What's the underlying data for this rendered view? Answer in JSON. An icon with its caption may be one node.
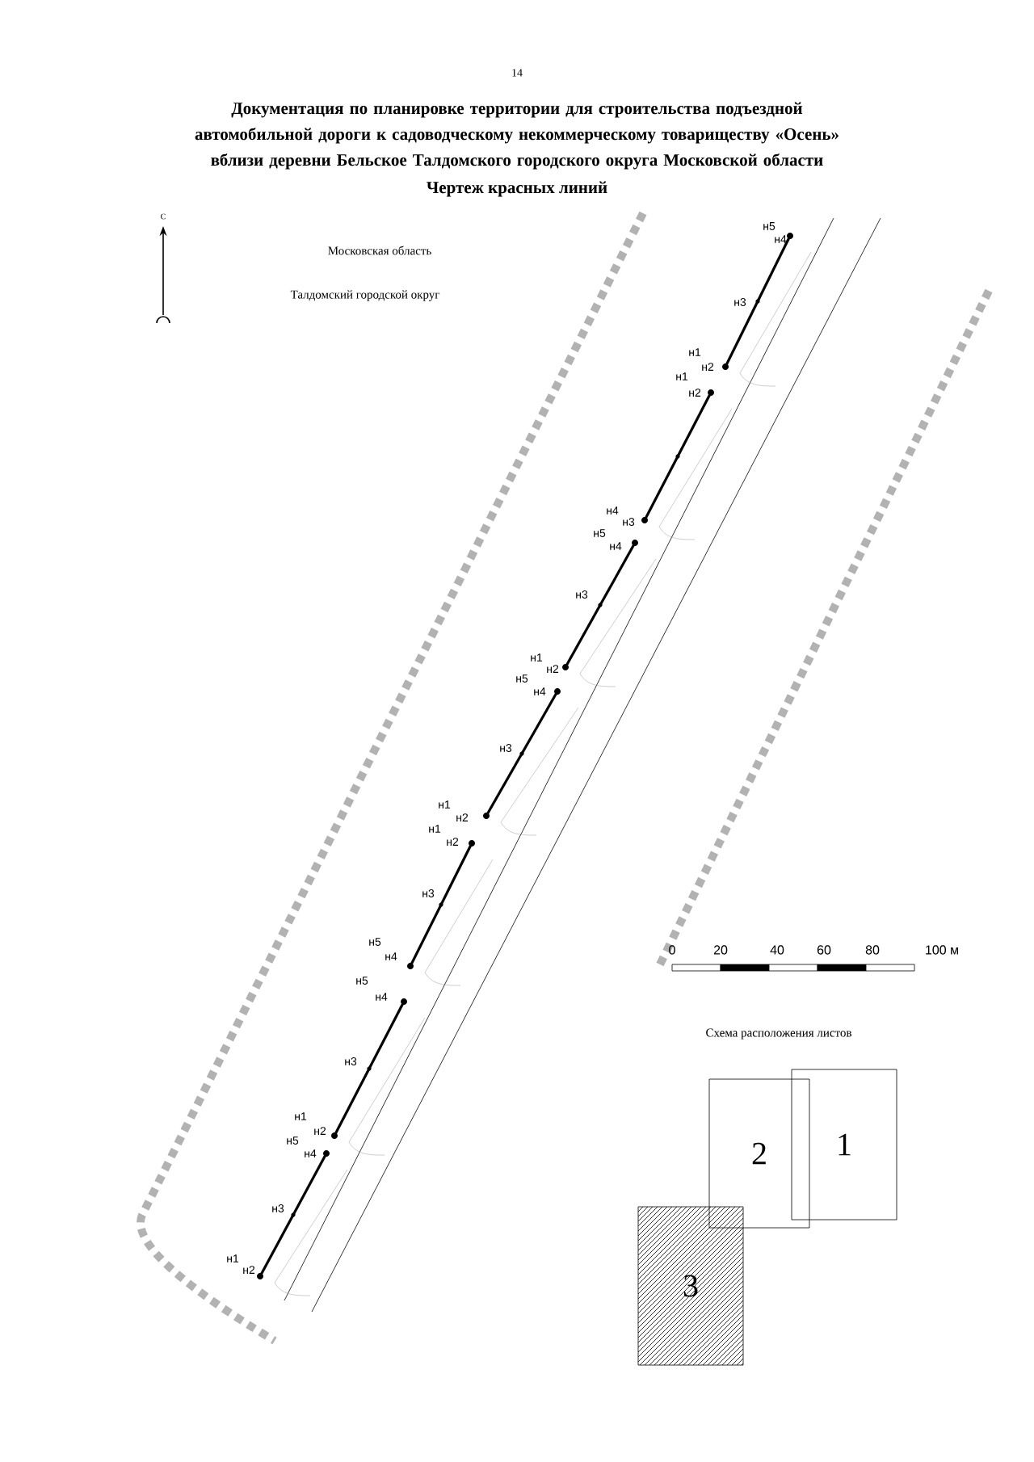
{
  "diagram": {
    "title": "Документация по планировке территории для строительства подъездной автомобильной дороги к садоводческому некоммерческому товариществу «Осень» вблизи деревни Бельское Талдомского городского округа Московской области",
    "nodes": [
      {
        "text": [
          "1"
        ]
      },
      {
        "text": [
          "2"
        ]
      },
      {
        "text": [
          "3"
        ]
      }
    ],
    "labels": [
      "14",
      "Чертеж красных линий",
      "С",
      "Московская область",
      "Талдомский городской округ",
      "н5",
      "н4",
      "н3",
      "н1",
      "н2",
      "н1",
      "н2",
      "н4",
      "н3",
      "н5",
      "н4",
      "н3",
      "н1",
      "н2",
      "н5",
      "н4",
      "н3",
      "н1",
      "н2",
      "н1",
      "н2",
      "н3",
      "н5",
      "н4",
      "н5",
      "н4",
      "н3",
      "н1",
      "н2",
      "н5",
      "н4",
      "н3",
      "н1",
      "н2",
      "0",
      "20",
      "40",
      "60",
      "80",
      "100 м",
      "Схема расположения листов"
    ]
  }
}
